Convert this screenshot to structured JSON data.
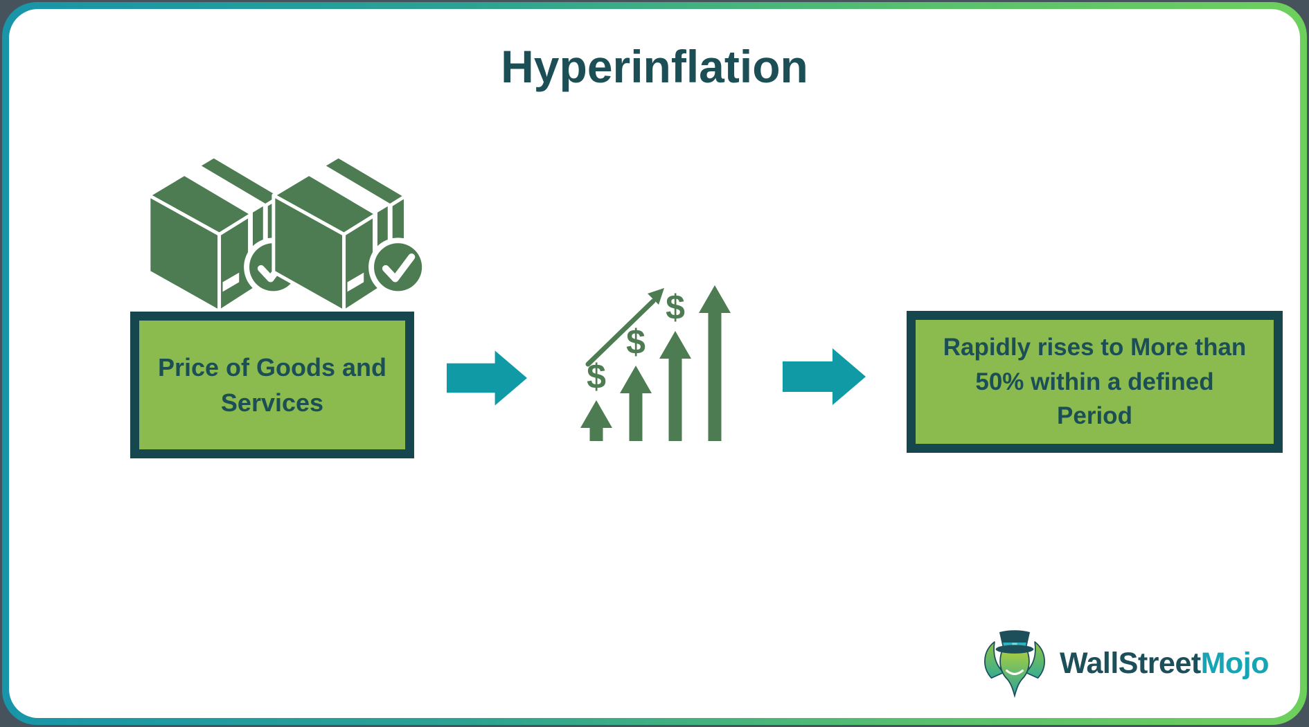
{
  "title": "Hyperinflation",
  "left_box": {
    "lines": [
      "Price of Goods and",
      "Services"
    ]
  },
  "right_box": {
    "lines": [
      "Rapidly rises to More than",
      "50% within a defined",
      "Period"
    ]
  },
  "growth_icon": {
    "dollar": "$",
    "arrow_count": 4,
    "dollar_count": 3
  },
  "icons": {
    "boxes": "two-sealed-boxes-with-check-badges",
    "flow_arrows": "right-arrow",
    "growth": "rising-bar-arrows-with-dollar-signs-and-trend-arrow",
    "logo_mascot": "bull-with-top-hat"
  },
  "logo": {
    "part1": "WallStreet",
    "part2": "Mojo"
  },
  "colors": {
    "dark_teal_text": "#1b4f55",
    "box_border": "#17474e",
    "box_fill": "#8bba4e",
    "icon_green": "#4d7c52",
    "arrow_teal": "#0f9aa6",
    "frame_teal": "#1895a8",
    "frame_green": "#6ed05c",
    "logo_dark": "#1d4f5a",
    "logo_accent": "#16a5b4",
    "outside_background": "#47535c"
  }
}
